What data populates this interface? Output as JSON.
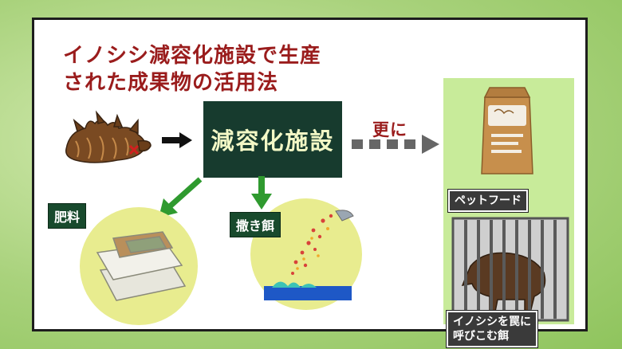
{
  "title": {
    "line1": "イノシシ減容化施設で生産",
    "line2": "された成果物の活用法"
  },
  "facility_label": "減容化施設",
  "further_label": "更に",
  "outputs": {
    "fertilizer": "肥料",
    "scatter_feed": "撒き餌",
    "pet_food": "ペットフード",
    "trap_bait": {
      "line1": "イノシシを罠に",
      "line2": "呼びこむ餌"
    }
  },
  "colors": {
    "title_red": "#9a1c1c",
    "facility_bg": "#173b2e",
    "arrow_green": "#2f9a2f",
    "circle_yellow": "#e8ec8f",
    "right_panel": "#c8eb9a"
  }
}
